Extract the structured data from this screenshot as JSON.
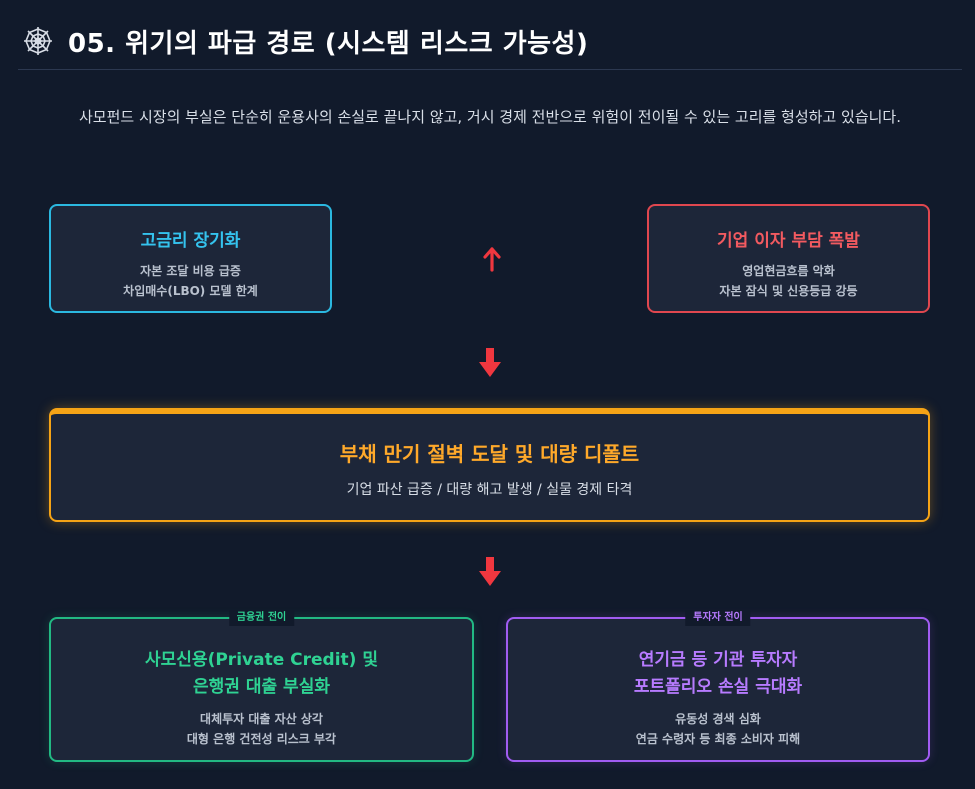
{
  "header": {
    "title": "05. 위기의 파급 경로 (시스템 리스크 가능성)",
    "icon": "spider-web-icon"
  },
  "intro": "사모펀드 시장의 부실은 단순히 운용사의 손실로 끝나지 않고, 거시 경제 전반으로 위험이 전이될 수 있는 고리를 형성하고 있습니다.",
  "nodes": {
    "high_rate": {
      "title": "고금리 장기화",
      "lines": [
        "자본 조달 비용 급증",
        "차입매수(LBO) 모델 한계"
      ],
      "color": "#34c3ee"
    },
    "interest_burden": {
      "title": "기업 이자 부담 폭발",
      "lines": [
        "영업현금흐름 악화",
        "자본 잠식 및 신용등급 강등"
      ],
      "color": "#f25a60"
    },
    "default": {
      "title": "부채 만기 절벽 도달 및 대량 디폴트",
      "desc": "기업 파산 급증 / 대량 해고 발생 / 실물 경제 타격",
      "color": "#ffa92a"
    },
    "financial": {
      "tag": "금융권 전이",
      "title_lines": [
        "사모신용(Private Credit) 및",
        "은행권 대출 부실화"
      ],
      "lines": [
        "대체투자 대출 자산 상각",
        "대형 은행 건전성 리스크 부각"
      ],
      "color": "#2fd293"
    },
    "investor": {
      "tag": "투자자 전이",
      "title_lines": [
        "연기금 등 기관 투자자",
        "포트폴리오 손실 극대화"
      ],
      "lines": [
        "유동성 경색 심화",
        "연금 수령자 등 최종 소비자 피해"
      ],
      "color": "#b77bff"
    }
  },
  "arrows": {
    "color": "#f0373f",
    "items": [
      "arrow-up-icon",
      "arrow-down-icon",
      "arrow-down-icon"
    ]
  }
}
